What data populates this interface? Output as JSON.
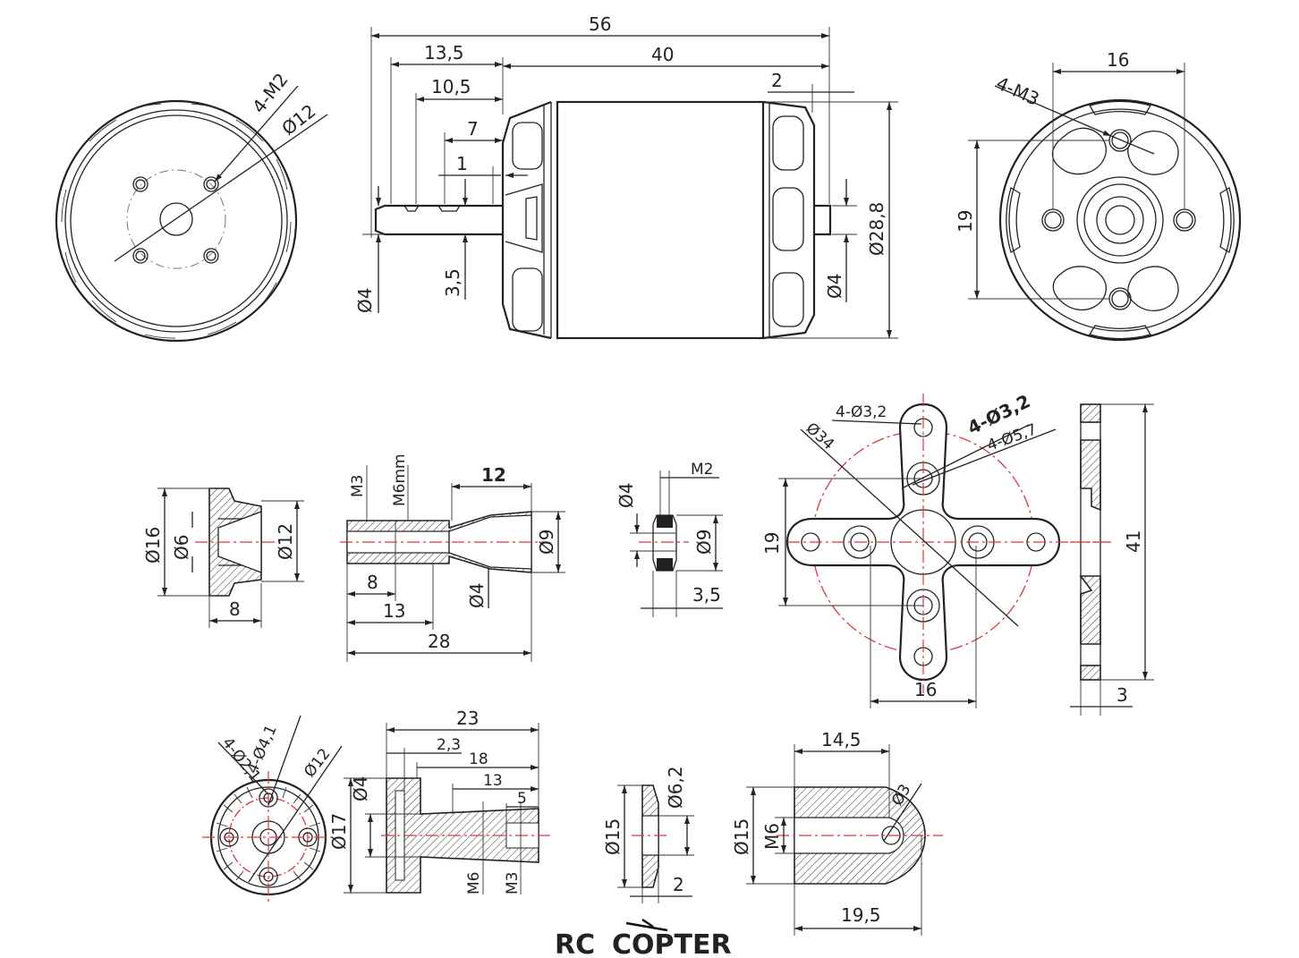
{
  "motor": {
    "front_view": {
      "label_holes": "4-M2",
      "label_circle": "Ø12"
    },
    "side_view": {
      "total_length": "56",
      "length_13_5": "13,5",
      "can_length": "40",
      "length_10_5": "10,5",
      "length_7": "7",
      "length_1": "1",
      "length_2": "2",
      "shaft_front": "Ø4",
      "groove_3_5": "3,5",
      "shaft_rear": "Ø4",
      "can_dia": "Ø28,8"
    },
    "rear_view": {
      "label_holes": "4-M3",
      "spacing_h": "16",
      "spacing_v": "19"
    }
  },
  "parts": {
    "cone": {
      "d16": "Ø16",
      "d6": "Ø6",
      "d12": "Ø12",
      "len": "8"
    },
    "adapter": {
      "m3": "M3",
      "m6": "M6mm",
      "len12": "12",
      "d9": "Ø9",
      "d4": "Ø4",
      "len8": "8",
      "len13": "13",
      "len28": "28"
    },
    "nut": {
      "d4": "Ø4",
      "m2": "M2",
      "d9": "Ø9",
      "len": "3,5"
    },
    "cross_mount": {
      "d34": "Ø34",
      "hole_outer": "4-Ø3,2",
      "hole_inner": "4-Ø3,2",
      "hole_big": "4-Ø5,7",
      "v19": "19",
      "h16": "16"
    },
    "side_plate": {
      "height": "41",
      "thick": "3"
    },
    "prop_hub_top": {
      "holes_small": "4-Ø2,1",
      "holes_big": "4-Ø4,1",
      "d12": "Ø12"
    },
    "prop_hub_side": {
      "len23": "23",
      "len2_3": "2,3",
      "len18": "18",
      "len13": "13",
      "len5": "5",
      "d4": "Ø4",
      "d17": "Ø17",
      "m6": "M6",
      "m3": "M3"
    },
    "washer": {
      "d6_2": "Ø6,2",
      "d15": "Ø15",
      "thick": "2"
    },
    "spinner": {
      "len14_5": "14,5",
      "d3": "Ø3",
      "d15": "Ø15",
      "m6": "M6",
      "len19_5": "19,5"
    }
  },
  "logo": {
    "rc": "RC",
    "copter": "COPTER"
  }
}
